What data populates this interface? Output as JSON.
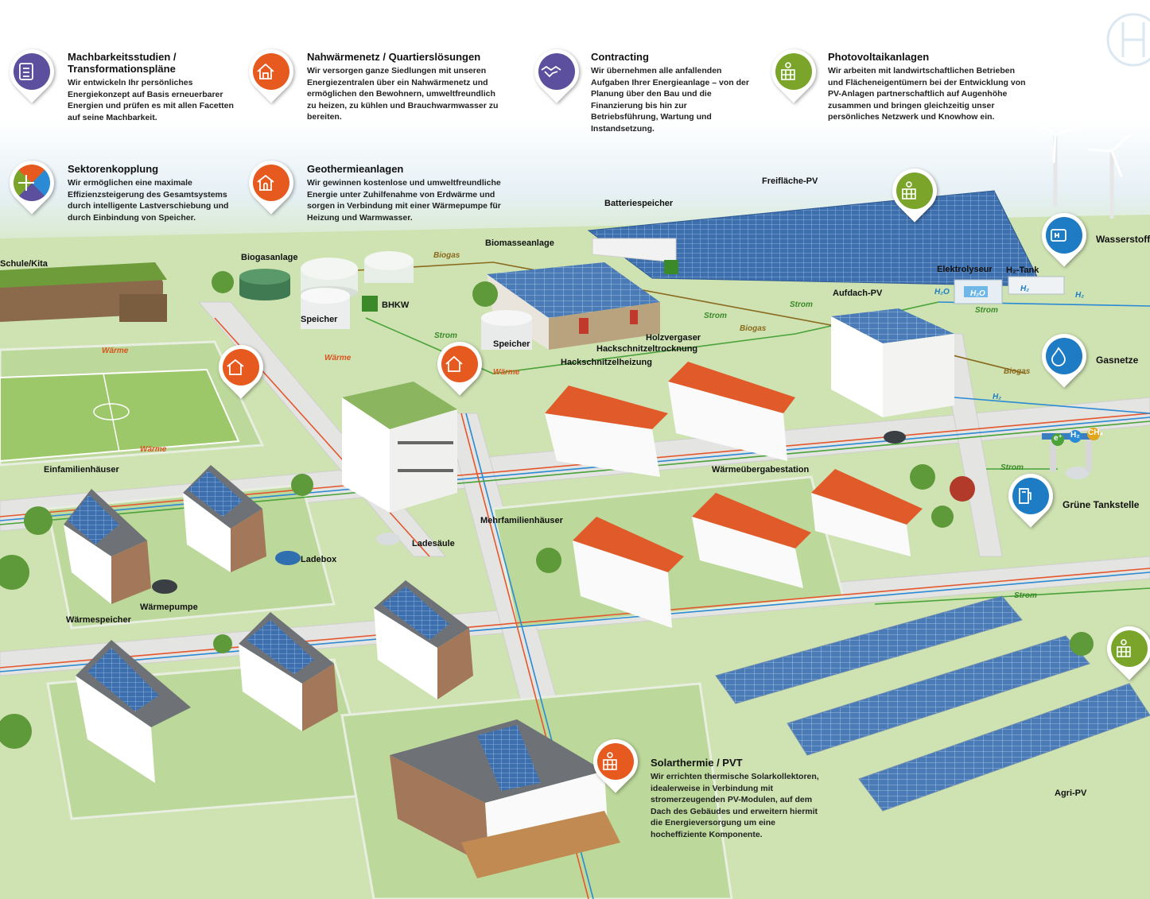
{
  "colors": {
    "purple": "#5b4f9e",
    "orange": "#e65a1f",
    "green": "#7aa52a",
    "blue": "#1d7cc4",
    "heat": "#e4572e",
    "power": "#49a33a",
    "biogas": "#8a6a1e",
    "hydrogen": "#2a8ad4"
  },
  "info_blocks": [
    {
      "id": "machbarkeit",
      "title": "Machbarkeitsstudien / Transformationspläne",
      "text": "Wir entwickeln Ihr persönliches Energiekonzept auf Basis erneuerbarer Energien und prüfen es mit allen Facetten auf seine Machbarkeit.",
      "icon": "clipboard-checklist-icon"
    },
    {
      "id": "nahwaerme",
      "title": "Nahwärmenetz / Quartierslösungen",
      "text": "Wir versorgen ganze Siedlungen mit unseren Energiezentralen über ein Nahwärmenetz und ermöglichen den Bewohnern, umweltfreundlich zu heizen, zu kühlen und Brauchwarmwasser zu bereiten.",
      "icon": "district-heat-icon"
    },
    {
      "id": "contracting",
      "title": "Contracting",
      "text": "Wir übernehmen alle anfallenden Aufgaben Ihrer Energieanlage – von der Planung über den Bau und die Finanzierung bis hin zur Betriebsführung, Wartung und Instandsetzung.",
      "icon": "handshake-icon"
    },
    {
      "id": "photovoltaik",
      "title": "Photovoltaikanlagen",
      "text": "Wir arbeiten mit landwirtschaftlichen Betrieben und Flächeneigentümern bei der Entwicklung von PV-Anlagen partnerschaftlich auf Augenhöhe zusammen und bringen gleichzeitig unser persönliches Netzwerk und Knowhow ein.",
      "icon": "solar-panel-icon"
    },
    {
      "id": "sektoren",
      "title": "Sektorenkopplung",
      "text": "Wir ermöglichen eine maximale Effizienzsteigerung des Gesamtsystems durch intelligente Lastverschiebung und durch Einbindung von Speicher.",
      "icon": "sector-coupling-icon"
    },
    {
      "id": "geothermie",
      "title": "Geothermieanlagen",
      "text": "Wir gewinnen kostenlose und umweltfreundliche Energie unter Zuhilfenahme von Erdwärme und sorgen in Verbindung mit einer Wärmepumpe für Heizung und Warmwasser.",
      "icon": "geothermal-house-icon"
    },
    {
      "id": "solarthermie",
      "title": "Solarthermie / PVT",
      "text": "Wir errichten thermische Solarkollektoren, idealerweise in Verbindung mit stromerzeugenden PV-Modulen, auf dem Dach des Gebäudes und erweitern hiermit die Energieversorgung um eine hocheffiziente Komponente.",
      "icon": "solar-thermal-icon"
    }
  ],
  "side_labels": {
    "wasserstoff": "Wasserstoff",
    "gasnetze": "Gasnetze",
    "tankstelle": "Grüne Tankstelle"
  },
  "map_labels": {
    "schule": "Schule/Kita",
    "biogasanlage": "Biogasanlage",
    "speicher1": "Speicher",
    "bhkw": "BHKW",
    "biomasse": "Biomasseanlage",
    "speicher2": "Speicher",
    "holzvergaser": "Holzvergaser",
    "hacktrocknung": "Hackschnitzeltrocknung",
    "hackheizung": "Hackschnitzelheizung",
    "batterie": "Batteriespeicher",
    "freiflaeche": "Freifläche-PV",
    "elektrolyseur": "Elektrolyseur",
    "h2tank": "H₂-Tank",
    "aufdach": "Aufdach-PV",
    "waermeuebergabe": "Wärmeübergabestation",
    "mehrfamilien": "Mehrfamilienhäuser",
    "ladesaeule": "Ladesäule",
    "einfamilien": "Einfamilienhäuser",
    "ladebox": "Ladebox",
    "waermespeicher": "Wärmespeicher",
    "waermepumpe": "Wärmepumpe",
    "agripv": "Agri-PV",
    "h2o1": "H₂O",
    "h2o2": "H₂O",
    "h2a": "H₂",
    "h2b": "H₂",
    "h2c": "H₂",
    "eplus": "e⁺",
    "h2st": "H₂",
    "ch4": "CH₄"
  },
  "flows": {
    "waerme1": "Wärme",
    "waerme2": "Wärme",
    "waerme3": "Wärme",
    "waerme4": "Wärme",
    "strom1": "Strom",
    "strom2": "Strom",
    "strom3": "Strom",
    "strom4": "Strom",
    "strom5": "Strom",
    "strom6": "Strom",
    "biogas1": "Biogas",
    "biogas2": "Biogas",
    "biogas3": "Biogas"
  }
}
